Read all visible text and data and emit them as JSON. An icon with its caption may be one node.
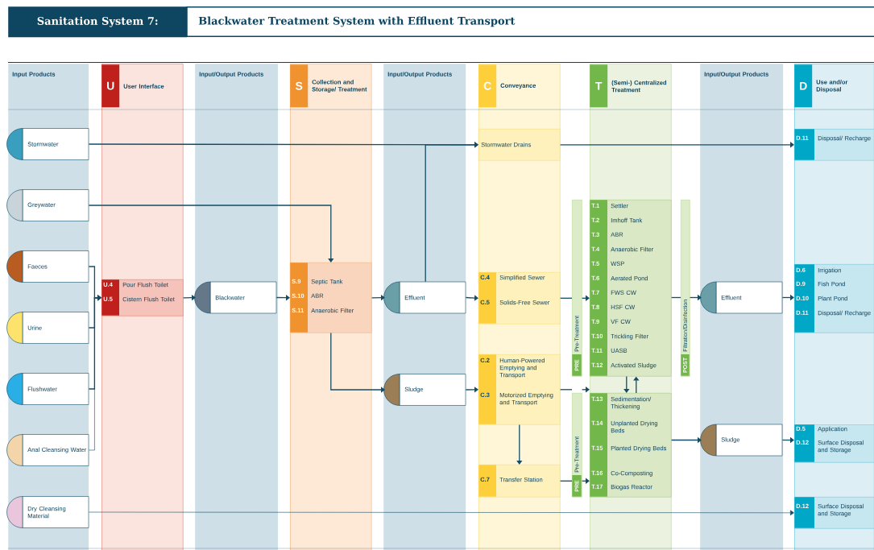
{
  "diagram": {
    "title": "Blackwater Treatment System with Effluent Transport",
    "nodes": [
      {
        "text": [
          "Input Products"
        ]
      },
      {
        "text": [
          "U",
          "User Interface"
        ]
      },
      {
        "text": [
          "Input/Output Products"
        ]
      },
      {
        "text": [
          "S",
          "Collection and Storage/ Treatment"
        ]
      },
      {
        "text": [
          "Input/Output Products"
        ]
      },
      {
        "text": [
          "C",
          "Conveyance"
        ]
      },
      {
        "text": [
          "T",
          "(Semi-) Centralized Treatment"
        ]
      },
      {
        "text": [
          "Input/Output Products"
        ]
      },
      {
        "text": [
          "D",
          "Use and/or Disposal"
        ]
      },
      {
        "text": [
          "Stormwater"
        ],
        "in": 0
      },
      {
        "text": [
          "Greywater"
        ],
        "in": 0
      },
      {
        "text": [
          "Faeces"
        ],
        "in": 0
      },
      {
        "text": [
          "Urine"
        ],
        "in": 0
      },
      {
        "text": [
          "Flushwater"
        ],
        "in": 0
      },
      {
        "text": [
          "Anal Cleansing Water"
        ],
        "in": 0
      },
      {
        "text": [
          "Dry Cleansing Material"
        ],
        "in": 0
      },
      {
        "text": [
          "U.4",
          "Pour Flush Toilet",
          "U.5",
          "Cistern Flush Toilet"
        ],
        "in": 1
      },
      {
        "text": [
          "Blackwater"
        ],
        "in": 2
      },
      {
        "text": [
          "S.9",
          "Septic Tank",
          "S.10",
          "ABR",
          "S.11",
          "Anaerobic Filter"
        ],
        "in": 3
      },
      {
        "text": [
          "Effluent"
        ],
        "in": 4
      },
      {
        "text": [
          "Sludge"
        ],
        "in": 4
      },
      {
        "text": [
          "Stormwater Drains"
        ],
        "in": 5
      },
      {
        "text": [
          "C.4",
          "Simplified Sewer",
          "C.5",
          "Solids-Free Sewer"
        ],
        "in": 5
      },
      {
        "text": [
          "C.2",
          "Human-Powered Emptying and Transport",
          "C.3",
          "Motorized Emptying and Transport"
        ],
        "in": 5
      },
      {
        "text": [
          "C.7",
          "Transfer Station"
        ],
        "in": 5
      },
      {
        "text": [
          "PRE",
          "Pre-Treatment"
        ]
      },
      {
        "text": [
          "T.1",
          "Settler",
          "T.2",
          "Imhoff Tank",
          "T.3",
          "ABR",
          "T.4",
          "Anaerobic Filter",
          "T.5",
          "WSP",
          "T.6",
          "Aerated Pond",
          "T.7",
          "FWS CW",
          "T.8",
          "HSF CW",
          "T.9",
          "VF CW",
          "T.10",
          "Trickling Filter",
          "T.11",
          "UASB",
          "T.12",
          "Activated Sludge"
        ],
        "in": 6
      },
      {
        "text": [
          "POST",
          "Filtration/Disinfection"
        ]
      },
      {
        "text": [
          "PRE",
          "Pre-Treatment"
        ]
      },
      {
        "text": [
          "T.13",
          "Sedimentation/ Thickening",
          "T.14",
          "Unplanted Drying Beds",
          "T.15",
          "Planted Drying Beds",
          "T.16",
          "Co-Composting",
          "T.17",
          "Biogas Reactor"
        ],
        "in": 6
      },
      {
        "text": [
          "Effluent"
        ],
        "in": 7
      },
      {
        "text": [
          "Sludge"
        ],
        "in": 7
      },
      {
        "text": [
          "D.11",
          "Disposal/ Recharge"
        ],
        "in": 8
      },
      {
        "text": [
          "D.6",
          "Irrigation",
          "D.9",
          "Fish Pond",
          "D.10",
          "Plant Pond",
          "D.11",
          "Disposal/ Recharge"
        ],
        "in": 8
      },
      {
        "text": [
          "D.5",
          "Application",
          "D.12",
          "Surface Disposal and Storage"
        ],
        "in": 8
      },
      {
        "text": [
          "D.12",
          "Surface Disposal and Storage"
        ],
        "in": 8
      }
    ],
    "edges": [
      {
        "from": 9,
        "to": 21,
        "arrow": "to"
      },
      {
        "from": 21,
        "to": 32,
        "arrow": "to"
      },
      {
        "from": 10,
        "to": 18,
        "arrow": "to"
      },
      {
        "from": 11,
        "to": 16,
        "arrow": "to"
      },
      {
        "from": 12,
        "to": 16,
        "arrow": "to"
      },
      {
        "from": 13,
        "to": 16,
        "arrow": "to"
      },
      {
        "from": 14,
        "to": 16,
        "arrow": "to"
      },
      {
        "from": 16,
        "to": 17,
        "arrow": "to"
      },
      {
        "from": 17,
        "to": 18,
        "arrow": "to"
      },
      {
        "from": 18,
        "to": 19,
        "arrow": "to"
      },
      {
        "from": 18,
        "to": 20,
        "arrow": "to"
      },
      {
        "from": 19,
        "to": 21,
        "arrow": "to"
      },
      {
        "from": 19,
        "to": 22,
        "arrow": "to"
      },
      {
        "from": 20,
        "to": 23,
        "arrow": "to"
      },
      {
        "from": 23,
        "to": 24,
        "arrow": "to"
      },
      {
        "from": 22,
        "to": 25,
        "arrow": "none"
      },
      {
        "from": 25,
        "to": 26,
        "arrow": "to"
      },
      {
        "from": 26,
        "to": 27,
        "arrow": "none"
      },
      {
        "from": 27,
        "to": 30,
        "arrow": "to"
      },
      {
        "from": 30,
        "to": 33,
        "arrow": "to"
      },
      {
        "from": 23,
        "to": 28,
        "arrow": "none"
      },
      {
        "from": 28,
        "to": 29,
        "arrow": "to"
      },
      {
        "from": 24,
        "to": 28,
        "arrow": "none"
      },
      {
        "from": 28,
        "to": 29,
        "arrow": "to"
      },
      {
        "from": 26,
        "to": 29,
        "arrow": "to"
      },
      {
        "from": 29,
        "to": 26,
        "arrow": "to"
      },
      {
        "from": 29,
        "to": 31,
        "arrow": "to"
      },
      {
        "from": 31,
        "to": 34,
        "arrow": "to"
      },
      {
        "from": 15,
        "to": 35,
        "arrow": "to"
      }
    ],
    "labels": [
      "Sanitation System 7:"
    ]
  }
}
